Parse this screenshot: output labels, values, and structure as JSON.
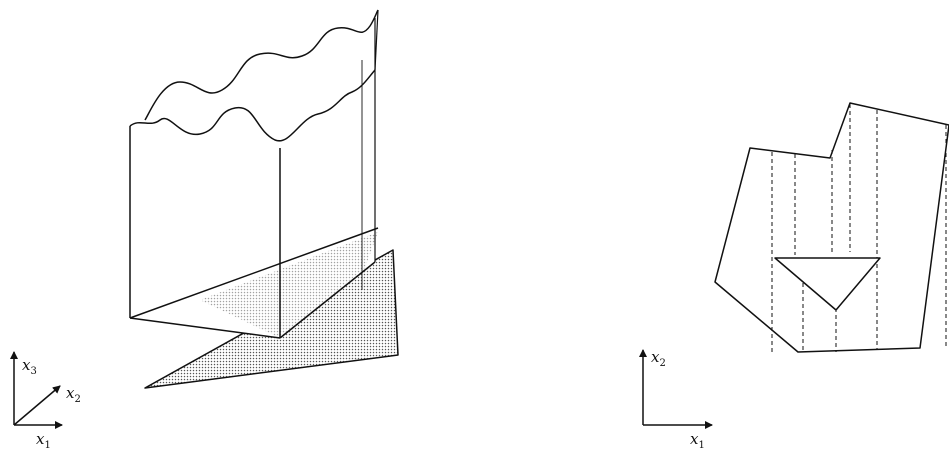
{
  "left_figure": {
    "axes": {
      "x1": {
        "symbol": "x",
        "subscript": "1"
      },
      "x2": {
        "symbol": "x",
        "subscript": "2"
      },
      "x3": {
        "symbol": "x",
        "subscript": "3"
      }
    }
  },
  "right_figure": {
    "axes": {
      "x1": {
        "symbol": "x",
        "subscript": "1"
      },
      "x2": {
        "symbol": "x",
        "subscript": "2"
      }
    }
  },
  "colors": {
    "ink": "#111111",
    "shade": "#c8c8c8",
    "background": "#ffffff"
  }
}
